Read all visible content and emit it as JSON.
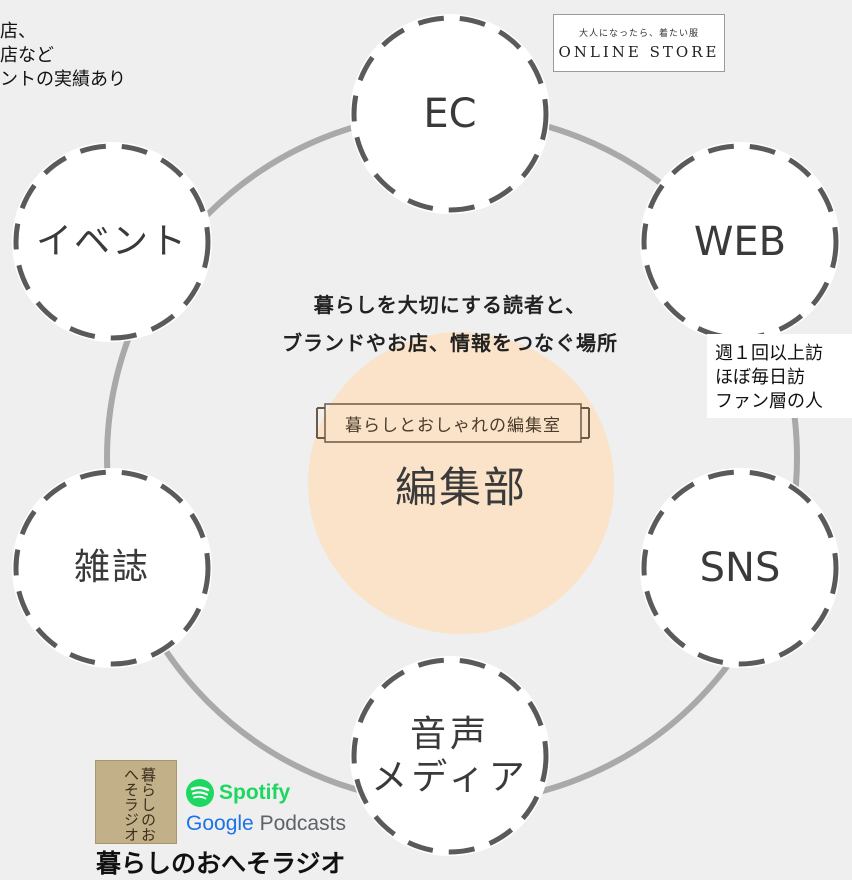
{
  "nodes": {
    "ec": {
      "label": "EC"
    },
    "web": {
      "label": "WEB"
    },
    "sns": {
      "label": "SNS"
    },
    "audio": {
      "label": "音声\nメディア"
    },
    "magazine": {
      "label": "雑誌"
    },
    "event": {
      "label": "イベント"
    }
  },
  "center": {
    "tagline": [
      "暮らしを大切にする読者と、",
      "ブランドやお店、情報をつなぐ場所"
    ],
    "logo_text": "暮らしとおしゃれの編集室",
    "label": "編集部"
  },
  "notes": {
    "ec_partial": [
      "店、",
      "店など",
      "ントの実績あり"
    ],
    "web_partial": [
      "週１回以上訪",
      "ほぼ毎日訪",
      "ファン層の人"
    ]
  },
  "store_badge": {
    "tagline": "大人になったら、着たい服",
    "name": "ONLINE STORE"
  },
  "radio": {
    "cover_text": "暮らしのおへそラジオ",
    "spotify": "Spotify",
    "google_word": "Google",
    "podcasts_word": "Podcasts",
    "name": "暮らしのおへそラジオ"
  },
  "colors": {
    "background": "#efefef",
    "ring": "#a9a9a9",
    "node_border": "#5a5a5a",
    "center_fill": "#fae3c8",
    "spotify_green": "#1ed760"
  },
  "icons": {
    "spotify": "spotify-logo-icon"
  }
}
